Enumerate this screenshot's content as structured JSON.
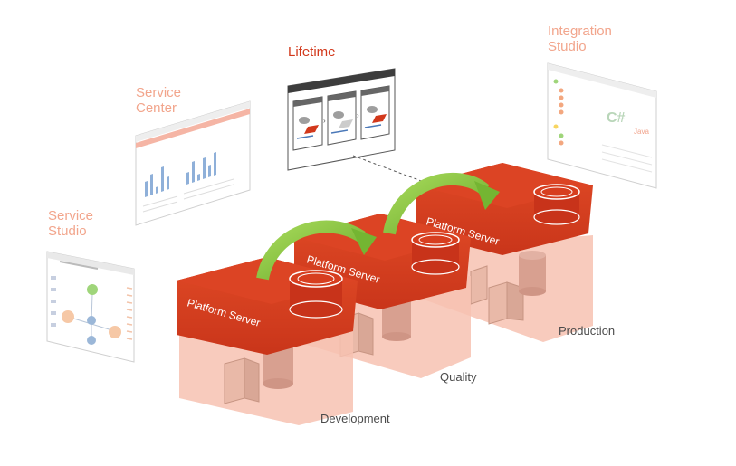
{
  "tools": {
    "service_studio": {
      "line1": "Service",
      "line2": "Studio"
    },
    "service_center": {
      "line1": "Service",
      "line2": "Center"
    },
    "lifetime": {
      "label": "Lifetime"
    },
    "integration_studio": {
      "line1": "Integration",
      "line2": "Studio",
      "csharp_glyph": "C#",
      "java_glyph": "Java"
    }
  },
  "environments": [
    {
      "name": "Development",
      "server_label": "Platform Server"
    },
    {
      "name": "Quality",
      "server_label": "Platform Server"
    },
    {
      "name": "Production",
      "server_label": "Platform Server"
    }
  ],
  "colors": {
    "platform_red": "#d2381b",
    "inactive_label": "#f2a58c",
    "active_label": "#d2381b",
    "env_fill": "#f7c2b2",
    "arrow_green": "#8cc63f"
  }
}
